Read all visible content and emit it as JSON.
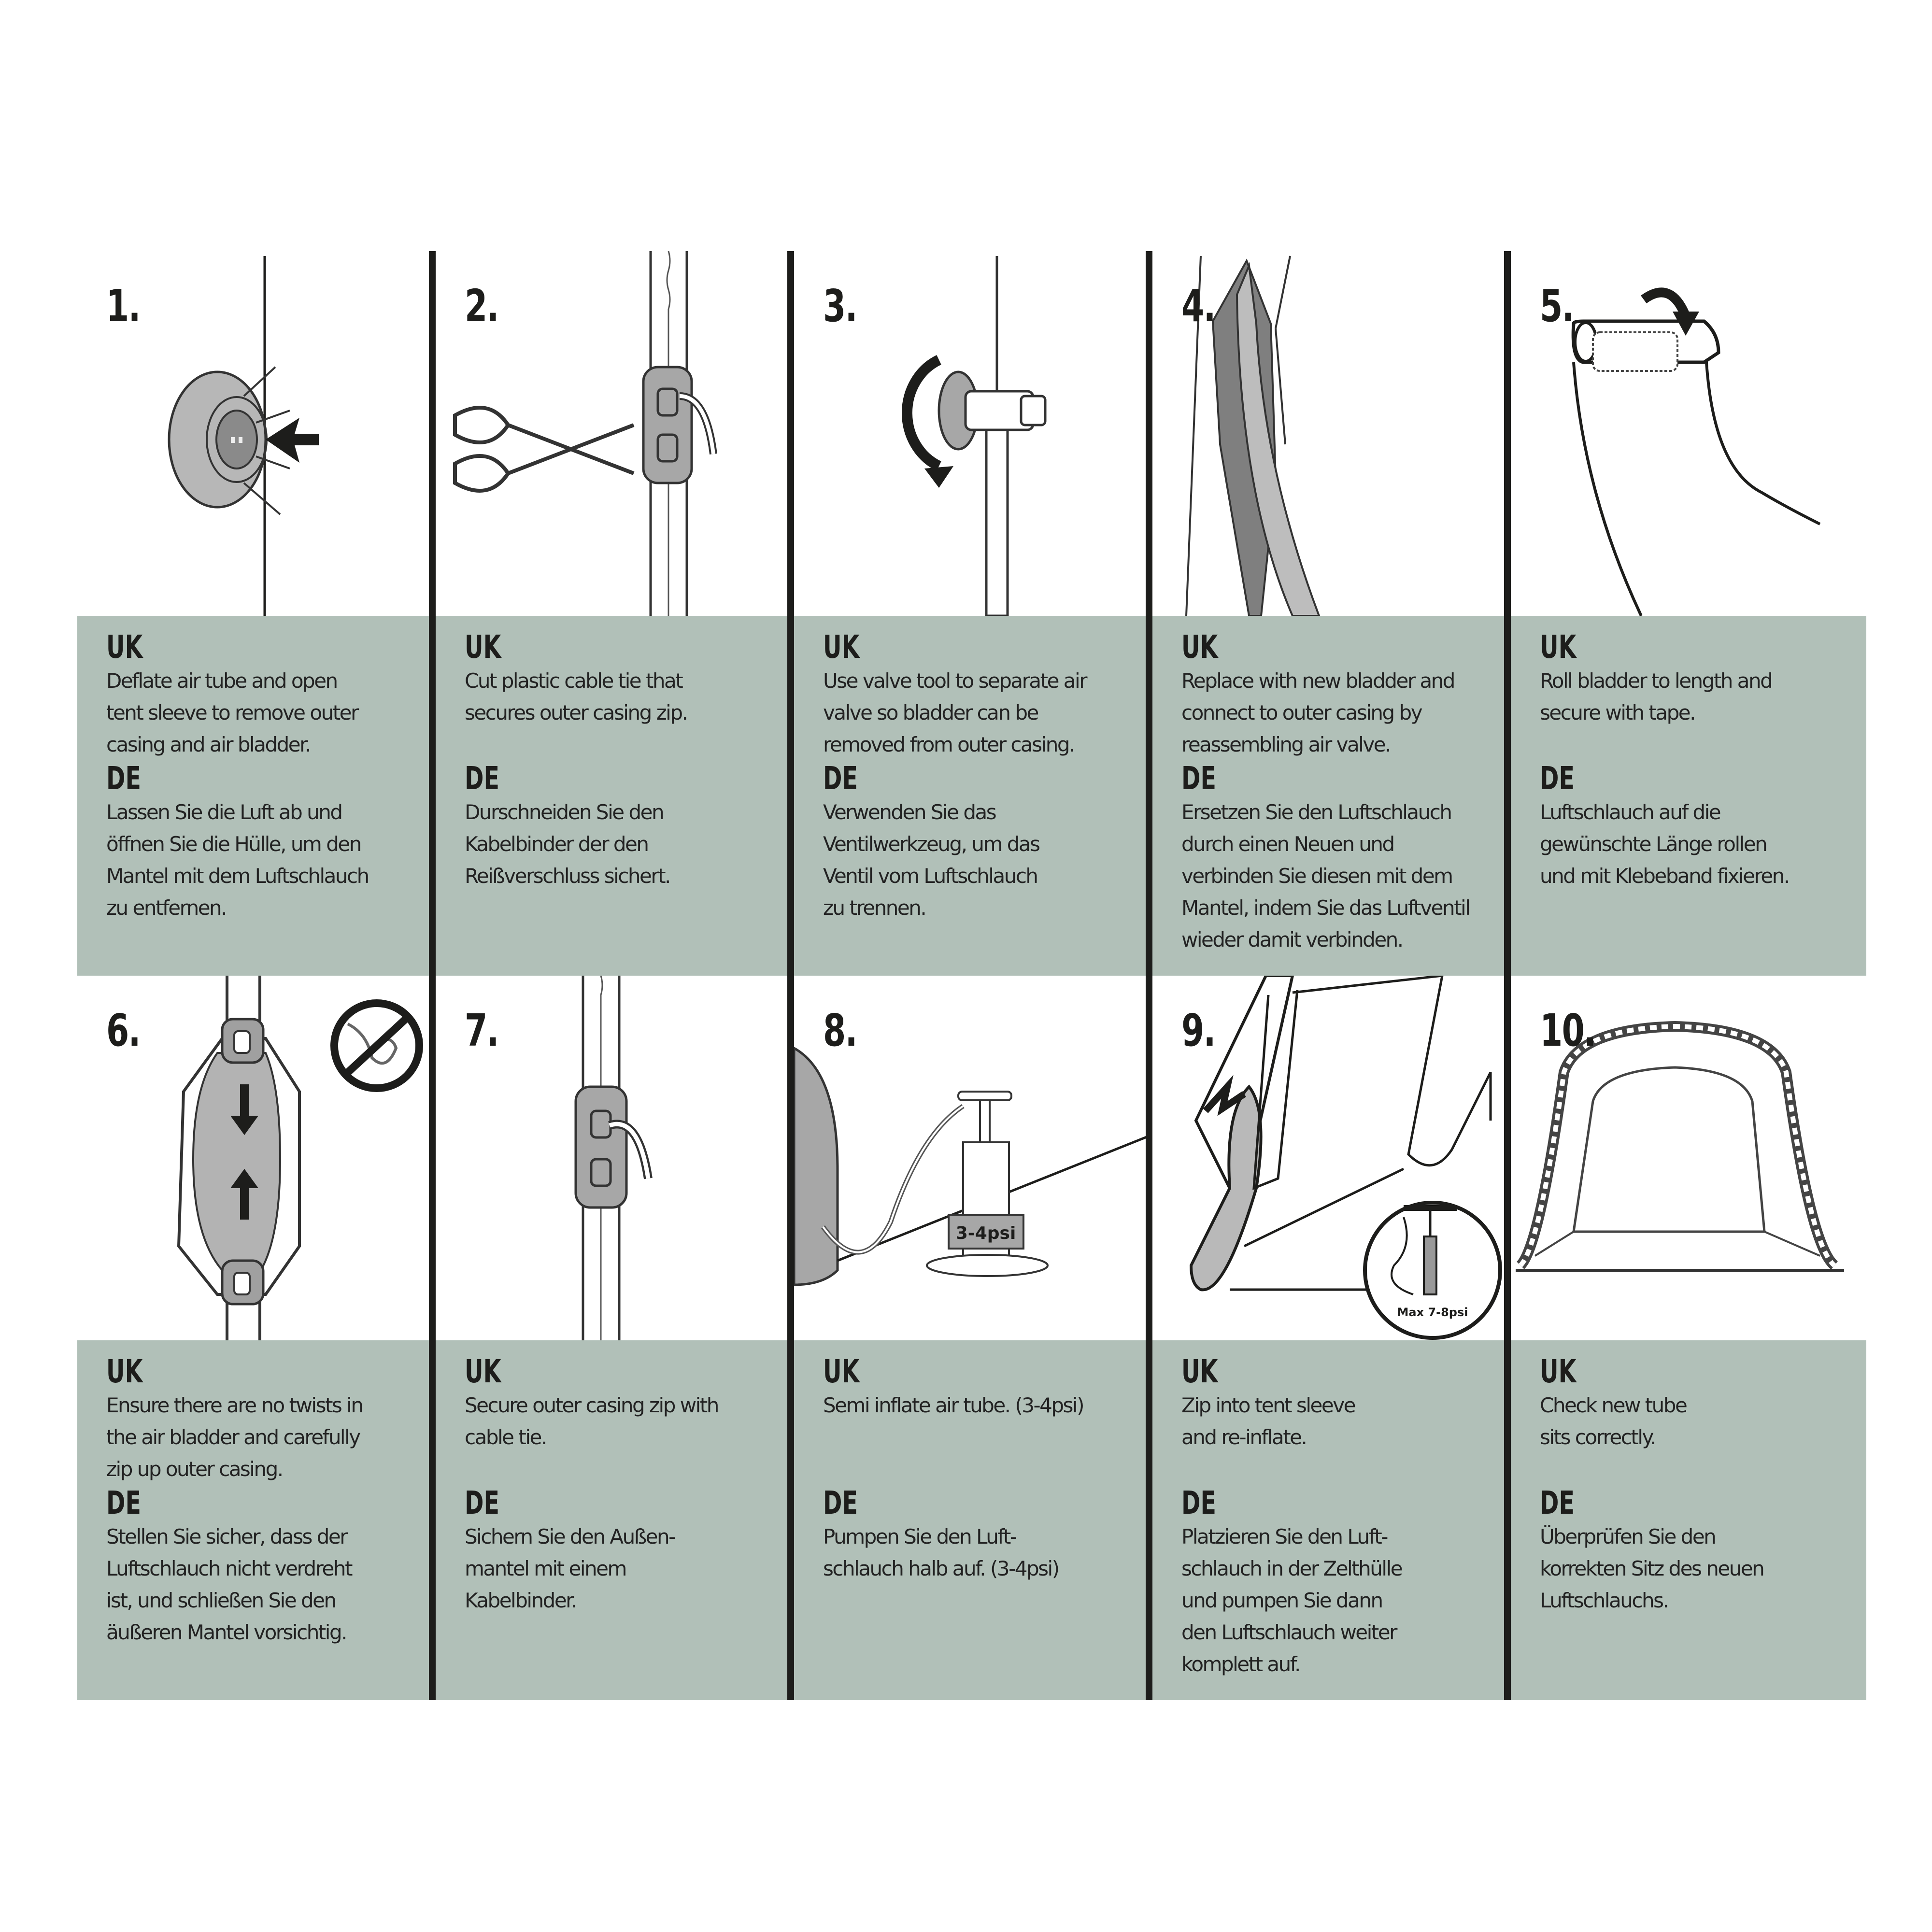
{
  "document": {
    "title": "Air tube bladder replacement instructions",
    "languages": [
      "UK",
      "DE"
    ],
    "panel_color": "#b1c0b8",
    "line_color": "#1d1d1b"
  },
  "steps": [
    {
      "number": "1.",
      "uk_label": "UK",
      "uk_text": "Deflate air tube and open\ntent sleeve to remove outer\ncasing and air bladder.",
      "de_label": "DE",
      "de_text": "Lassen Sie die Luft ab und\nöffnen Sie die Hülle, um den\nMantel mit dem Luftschlauch\nzu entfernen.",
      "illustration": "valve-deflate"
    },
    {
      "number": "2.",
      "uk_label": "UK",
      "uk_text": "Cut plastic cable tie that\nsecures outer casing zip.",
      "de_label": "DE",
      "de_text": "Durschneiden Sie den\nKabelbinder der den\nReißverschluss sichert.",
      "illustration": "scissors-cable-tie"
    },
    {
      "number": "3.",
      "uk_label": "UK",
      "uk_text": "Use valve tool to separate air\nvalve so bladder can be\nremoved from outer casing.",
      "de_label": "DE",
      "de_text": "Verwenden Sie das\nVentilwerkzeug, um das\nVentil vom Luftschlauch\nzu trennen.",
      "illustration": "valve-tool-rotate"
    },
    {
      "number": "4.",
      "uk_label": "UK",
      "uk_text": "Replace with new bladder and\nconnect to outer casing by\nreassembling air valve.",
      "de_label": "DE",
      "de_text": "Ersetzen Sie den Luftschlauch\ndurch einen Neuen und\nverbinden Sie diesen mit dem\nMantel, indem Sie das Luftventil\nwieder damit verbinden.",
      "illustration": "new-bladder"
    },
    {
      "number": "5.",
      "uk_label": "UK",
      "uk_text": "Roll bladder to length and\nsecure with tape.",
      "de_label": "DE",
      "de_text": "Luftschlauch auf die\ngewünschte Länge rollen\nund mit Klebeband fixieren.",
      "illustration": "roll-and-tape"
    },
    {
      "number": "6.",
      "uk_label": "UK",
      "uk_text": "Ensure there are no twists in\nthe air bladder and carefully\nzip up outer casing.",
      "de_label": "DE",
      "de_text": "Stellen Sie sicher, dass der\nLuftschlauch nicht verdreht\nist, und schließen Sie den\näußeren Mantel vorsichtig.",
      "illustration": "no-twists"
    },
    {
      "number": "7.",
      "uk_label": "UK",
      "uk_text": "Secure outer casing zip with\ncable tie.",
      "de_label": "DE",
      "de_text": "Sichern Sie den Außen-\nmantel mit einem\nKabelbinder.",
      "illustration": "cable-tie-secure"
    },
    {
      "number": "8.",
      "uk_label": "UK",
      "uk_text": "Semi inflate air tube. (3-4psi)",
      "de_label": "DE",
      "de_text": "Pumpen Sie den Luft-\nschlauch halb auf. (3-4psi)",
      "illustration": "hand-pump",
      "pump_label": "3-4psi"
    },
    {
      "number": "9.",
      "uk_label": "UK",
      "uk_text": "Zip into tent sleeve\nand re-inflate.",
      "de_label": "DE",
      "de_text": "Platzieren Sie den Luft-\nschlauch in der Zelthülle\nund pumpen Sie dann\nden Luftschlauch weiter\nkomplett auf.",
      "illustration": "zip-into-sleeve",
      "pump_label": "Max 7-8psi"
    },
    {
      "number": "10.",
      "uk_label": "UK",
      "uk_text": "Check new tube\nsits correctly.",
      "de_label": "DE",
      "de_text": "Überprüfen Sie den\nkorrekten Sitz des neuen\nLuftschlauchs.",
      "illustration": "tent-check"
    }
  ]
}
